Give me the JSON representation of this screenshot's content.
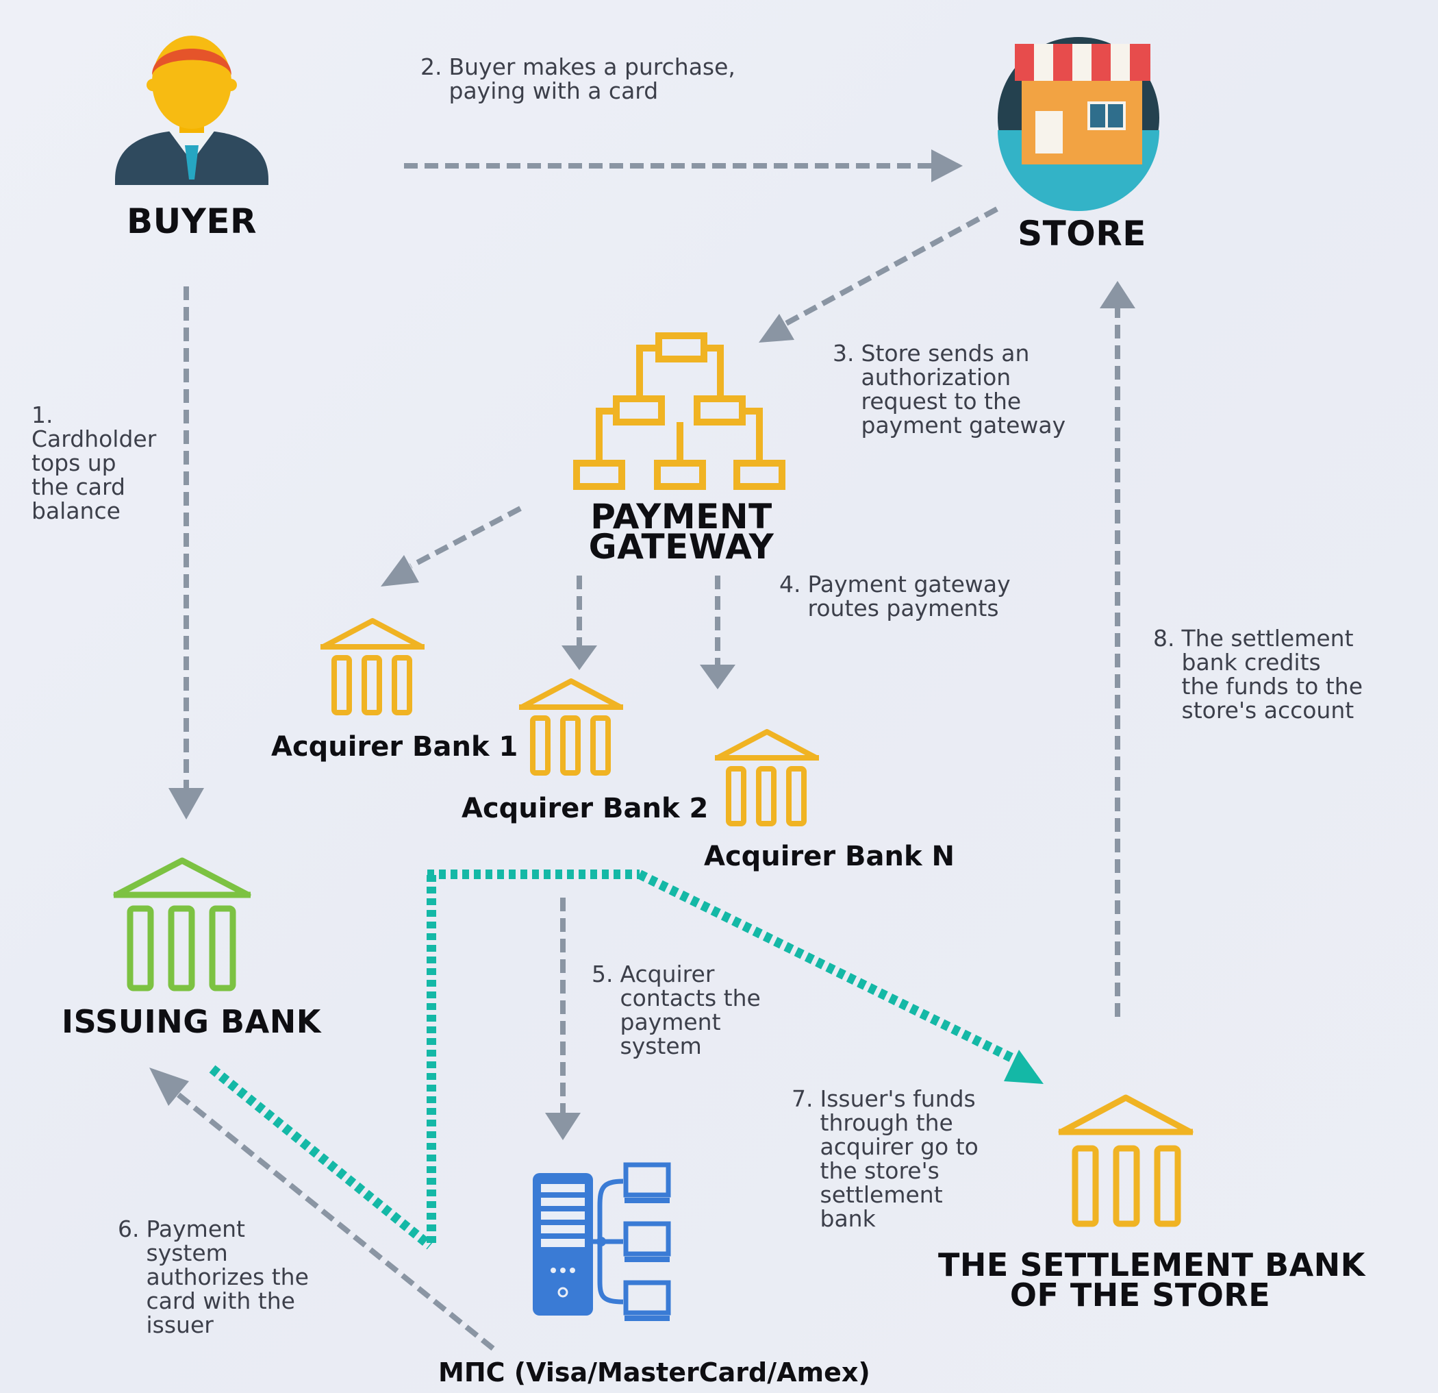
{
  "nodes": {
    "buyer": "BUYER",
    "store": "STORE",
    "payment_gateway": [
      "PAYMENT",
      "GATEWAY"
    ],
    "acquirer_bank_1": "Acquirer Bank 1",
    "acquirer_bank_2": "Acquirer Bank 2",
    "acquirer_bank_n": "Acquirer Bank N",
    "issuing_bank": "ISSUING BANK",
    "settlement_bank": [
      "THE SETTLEMENT BANK",
      "OF THE STORE"
    ],
    "payment_system": "МПС (Visa/MasterCard/Amex)"
  },
  "steps": [
    {
      "id": "step-1",
      "num": "1.",
      "lines": [
        "Cardholder",
        "tops up",
        "the card",
        "balance"
      ]
    },
    {
      "id": "step-2",
      "num": "2.",
      "lines": [
        "Buyer makes a purchase,",
        "paying with a card"
      ]
    },
    {
      "id": "step-3",
      "num": "3.",
      "lines": [
        "Store sends an",
        "authorization",
        "request to the",
        "payment gateway"
      ]
    },
    {
      "id": "step-4",
      "num": "4.",
      "lines": [
        "Payment gateway",
        "routes payments"
      ]
    },
    {
      "id": "step-5",
      "num": "5.",
      "lines": [
        "Acquirer",
        "contacts the",
        "payment",
        "system"
      ]
    },
    {
      "id": "step-6",
      "num": "6.",
      "lines": [
        "Payment",
        "system",
        "authorizes the",
        "card with the",
        "issuer"
      ]
    },
    {
      "id": "step-7",
      "num": "7.",
      "lines": [
        "Issuer's funds",
        "through the",
        "acquirer go to",
        "the store's",
        "settlement",
        "bank"
      ]
    },
    {
      "id": "step-8",
      "num": "8.",
      "lines": [
        "The settlement",
        "bank credits",
        "the funds to the",
        "store's account"
      ]
    }
  ],
  "colors": {
    "arrow_gray": "#8a95a3",
    "money_teal": "#14b8a6",
    "gateway_gold": "#f0b323",
    "issuing_green": "#7cc242",
    "server_blue": "#3a7bd5",
    "text_dark": "#0e0e12",
    "text_step": "#3c3f4a"
  },
  "icons": {
    "buyer": "businessman-icon",
    "store": "storefront-icon",
    "payment_gateway": "network-hierarchy-icon",
    "banks": "bank-building-icon",
    "payment_system": "server-network-icon"
  }
}
